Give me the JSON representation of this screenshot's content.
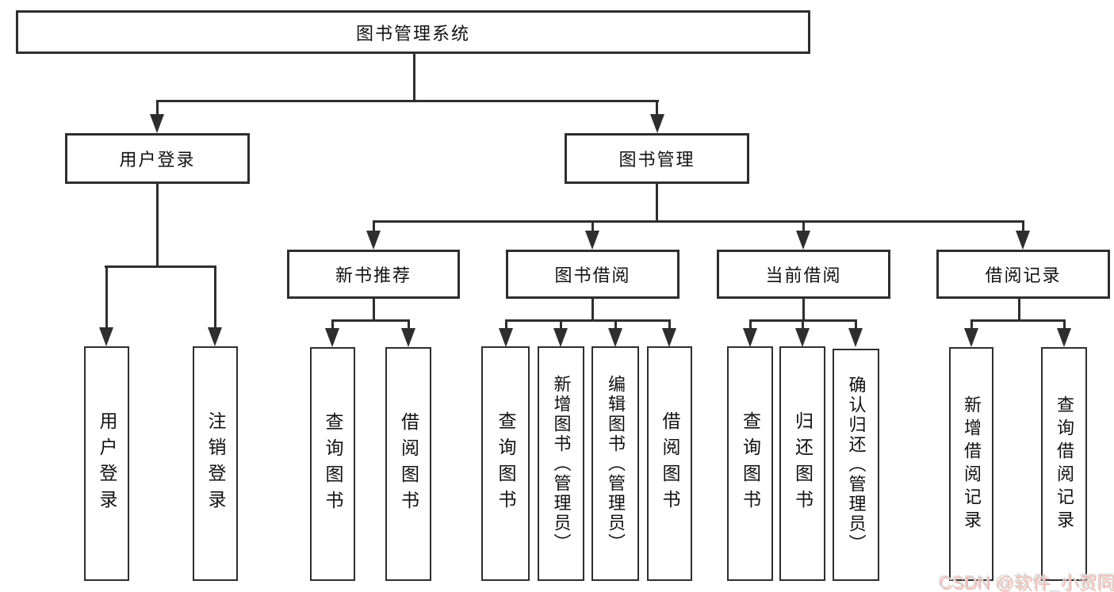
{
  "tree": {
    "label": "图书管理系统",
    "children": [
      {
        "label": "用户登录",
        "children": [
          {
            "label": "用户登录"
          },
          {
            "label": "注销登录"
          }
        ]
      },
      {
        "label": "图书管理",
        "children": [
          {
            "label": "新书推荐",
            "children": [
              {
                "label": "查询图书"
              },
              {
                "label": "借阅图书"
              }
            ]
          },
          {
            "label": "图书借阅",
            "children": [
              {
                "label": "查询图书"
              },
              {
                "label": "新增图书（管理员）"
              },
              {
                "label": "编辑图书（管理员）"
              },
              {
                "label": "借阅图书"
              }
            ]
          },
          {
            "label": "当前借阅",
            "children": [
              {
                "label": "查询图书"
              },
              {
                "label": "归还图书"
              },
              {
                "label": "确认归还（管理员）"
              }
            ]
          },
          {
            "label": "借阅记录",
            "children": [
              {
                "label": "新增借阅记录"
              },
              {
                "label": "查询借阅记录"
              }
            ]
          }
        ]
      }
    ]
  },
  "watermark": {
    "text": "CSDN @软件_小贺同学"
  },
  "colors": {
    "line": "#2e2e2e",
    "text": "#111111",
    "watermark_fill": "#d6d6d6",
    "watermark_shadow": "#f6b7ad"
  }
}
